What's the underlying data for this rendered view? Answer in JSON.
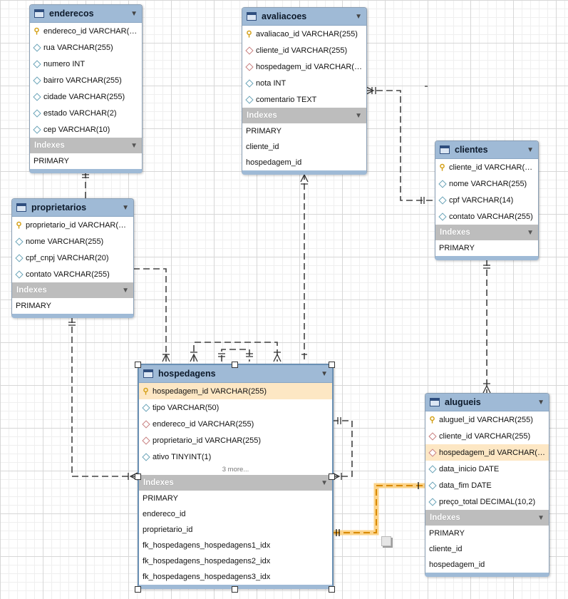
{
  "tables": {
    "enderecos": {
      "name": "enderecos",
      "columns": [
        "endereco_id VARCHAR(25...",
        "rua VARCHAR(255)",
        "numero INT",
        "bairro VARCHAR(255)",
        "cidade VARCHAR(255)",
        "estado VARCHAR(2)",
        "cep VARCHAR(10)"
      ],
      "indexes_label": "Indexes",
      "indexes": [
        "PRIMARY"
      ]
    },
    "avaliacoes": {
      "name": "avaliacoes",
      "columns": [
        "avaliacao_id VARCHAR(255)",
        "cliente_id VARCHAR(255)",
        "hospedagem_id VARCHAR(25...",
        "nota INT",
        "comentario TEXT"
      ],
      "indexes_label": "Indexes",
      "indexes": [
        "PRIMARY",
        "cliente_id",
        "hospedagem_id"
      ]
    },
    "clientes": {
      "name": "clientes",
      "columns": [
        "cliente_id VARCHAR(25...",
        "nome VARCHAR(255)",
        "cpf VARCHAR(14)",
        "contato VARCHAR(255)"
      ],
      "indexes_label": "Indexes",
      "indexes": [
        "PRIMARY"
      ]
    },
    "proprietarios": {
      "name": "proprietarios",
      "columns": [
        "proprietario_id VARCHAR(255)",
        "nome VARCHAR(255)",
        "cpf_cnpj VARCHAR(20)",
        "contato VARCHAR(255)"
      ],
      "indexes_label": "Indexes",
      "indexes": [
        "PRIMARY"
      ]
    },
    "hospedagens": {
      "name": "hospedagens",
      "columns": [
        "hospedagem_id VARCHAR(255)",
        "tipo VARCHAR(50)",
        "endereco_id VARCHAR(255)",
        "proprietario_id VARCHAR(255)",
        "ativo TINYINT(1)"
      ],
      "more": "3 more...",
      "indexes_label": "Indexes",
      "indexes": [
        "PRIMARY",
        "endereco_id",
        "proprietario_id",
        "fk_hospedagens_hospedagens1_idx",
        "fk_hospedagens_hospedagens2_idx",
        "fk_hospedagens_hospedagens3_idx"
      ]
    },
    "alugueis": {
      "name": "alugueis",
      "columns": [
        "aluguel_id VARCHAR(255)",
        "cliente_id VARCHAR(255)",
        "hospedagem_id VARCHAR(25...",
        "data_inicio DATE",
        "data_fim DATE",
        "preço_total DECIMAL(10,2)"
      ],
      "indexes_label": "Indexes",
      "indexes": [
        "PRIMARY",
        "cliente_id",
        "hospedagem_id"
      ]
    }
  },
  "colors": {
    "header": "#9fbad6",
    "indexes_header": "#bdbdbd",
    "highlight_row": "#fde7c4",
    "selected_relation": "#f5a623"
  }
}
